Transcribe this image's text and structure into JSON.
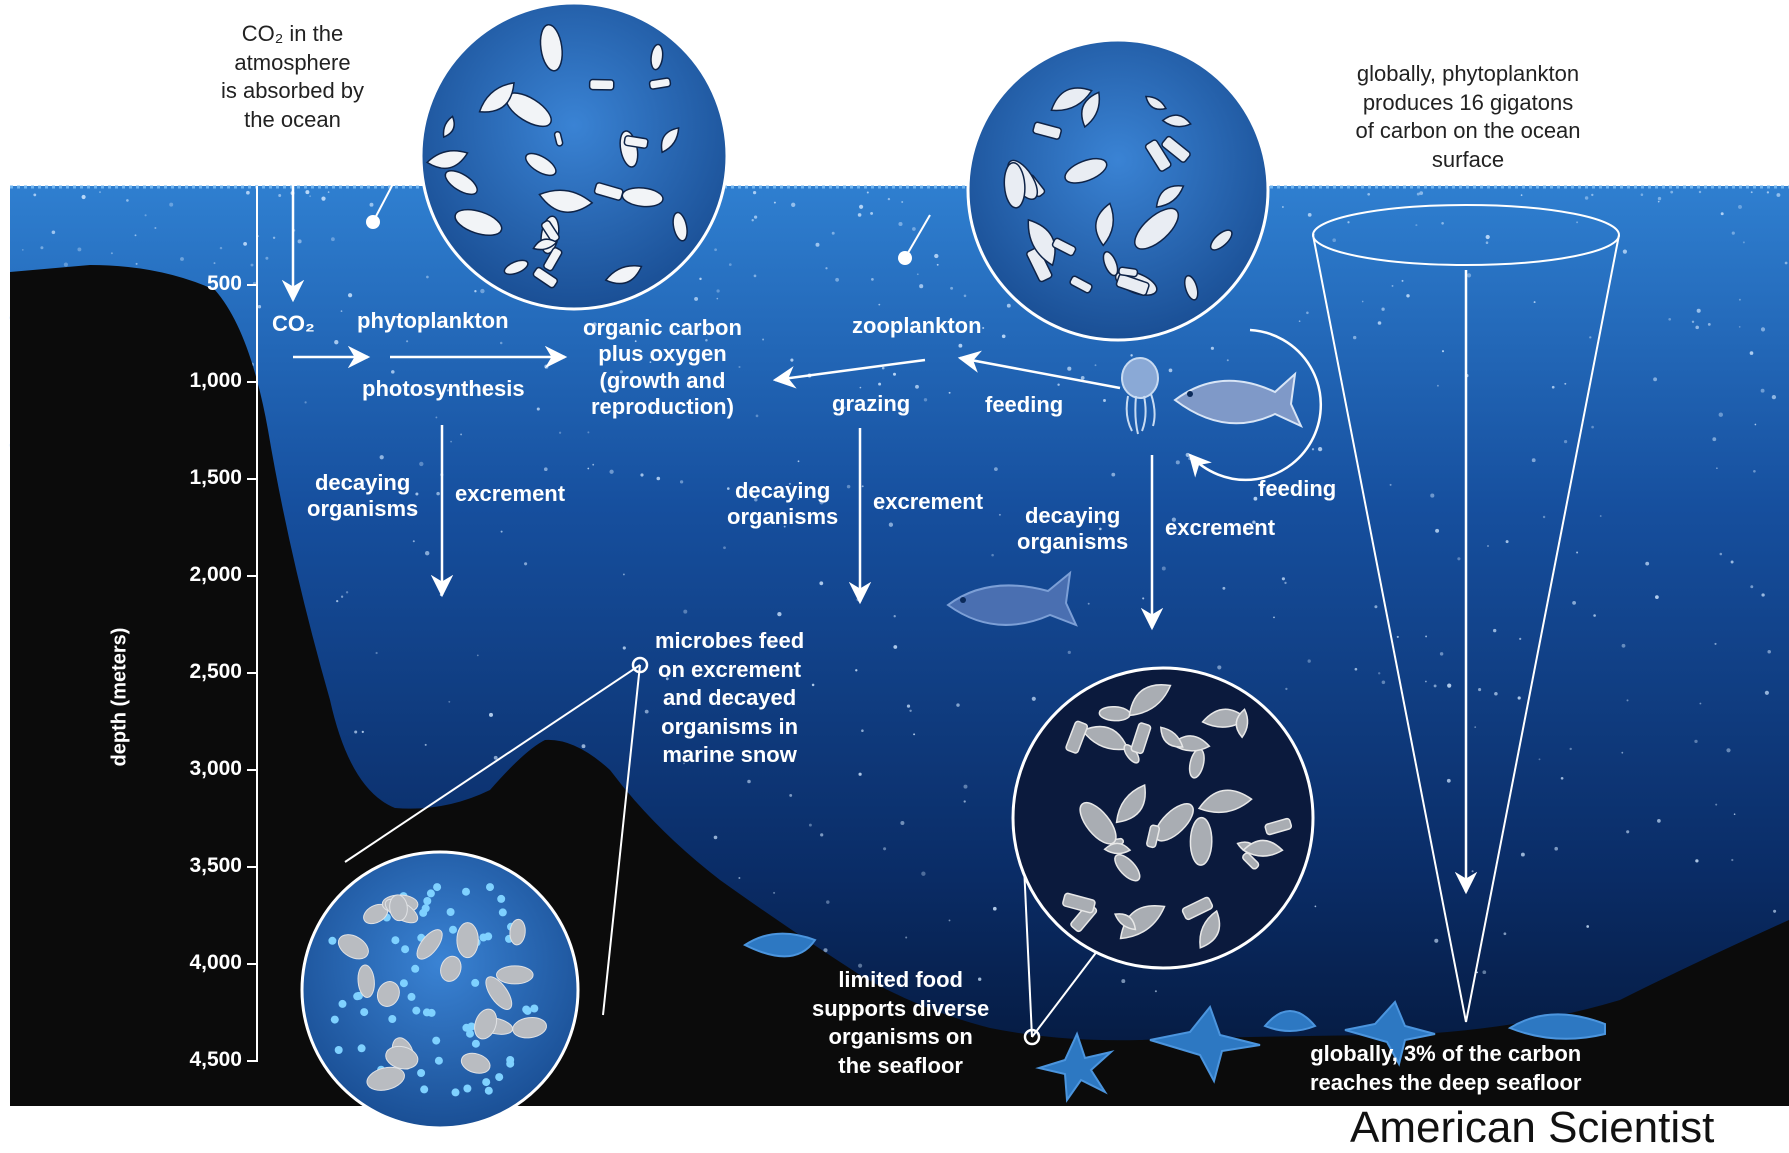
{
  "labels": {
    "co2_atmosphere": "CO₂ in the\natmosphere\nis absorbed by\nthe ocean",
    "global_production": "globally, phytoplankton\nproduces 16 gigatons\nof carbon on the ocean\nsurface",
    "co2": "CO₂",
    "phytoplankton": "phytoplankton",
    "photosynthesis": "photosynthesis",
    "organic_carbon": "organic carbon\nplus oxygen\n(growth and\nreproduction)",
    "zooplankton": "zooplankton",
    "grazing": "grazing",
    "feeding_1": "feeding",
    "feeding_2": "feeding",
    "decaying_1": "decaying\norganisms",
    "excrement_1": "excrement",
    "decaying_2": "decaying\norganisms",
    "excrement_2": "excrement",
    "decaying_3": "decaying\norganisms",
    "excrement_3": "excrement",
    "microbes": "microbes feed\non excrement\nand decayed\norganisms in\nmarine snow",
    "limited_food": "limited food\nsupports diverse\norganisms on\nthe seafloor",
    "seafloor_fraction": "globally, 3% of the carbon\nreaches the deep seafloor",
    "credit": "American Scientist"
  },
  "depth_axis": {
    "title": "depth (meters)",
    "ticks": [
      "500",
      "1,000",
      "1,500",
      "2,000",
      "2,500",
      "3,000",
      "3,500",
      "4,000",
      "4,500"
    ]
  },
  "colors": {
    "ocean_top": "#2f7fd0",
    "ocean_bottom": "#041637",
    "seafloor": "#0b0b0b",
    "bubble_blue": "#1e5fa8",
    "bubble_dark": "#0b1a3d",
    "organism_light": "#bfc3c8",
    "text": "#ffffff",
    "caption_text": "#222222"
  }
}
